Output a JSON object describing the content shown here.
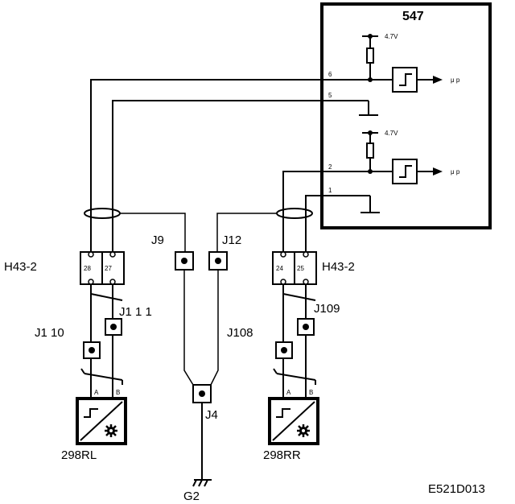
{
  "diagram": {
    "ecu_label": "547",
    "ecu_pins": {
      "p6": "6",
      "p5": "5",
      "p2": "2",
      "p1": "1"
    },
    "voltage_top": "4.7V",
    "voltage_bottom": "4.7V",
    "output_top": "μ p",
    "output_bottom": "μ p",
    "connector_left": "H43-2",
    "connector_right": "H43-2",
    "connector_left_pins": {
      "a": "28",
      "b": "27"
    },
    "connector_right_pins": {
      "a": "24",
      "b": "25"
    },
    "junction_j9": "J9",
    "junction_j12": "J12",
    "junction_j111": "J1 1 1",
    "junction_j110": "J1 10",
    "junction_j108": "J108",
    "junction_j109": "J109",
    "junction_j4": "J4",
    "sensor_left": "298RL",
    "sensor_right": "298RR",
    "sensor_pin_a": "A",
    "sensor_pin_b": "B",
    "ground": "G2",
    "figure_id": "E521D013"
  }
}
